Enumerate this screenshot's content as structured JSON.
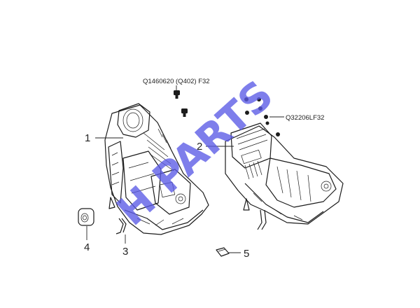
{
  "callouts": {
    "c1": "1",
    "c2": "2",
    "c3": "3",
    "c4": "4",
    "c5": "5"
  },
  "part_codes": {
    "screw_top": "Q1460620 (Q402) F32",
    "nut_right": "Q32206LF32"
  },
  "watermark": {
    "text": "H PARTS",
    "color": "#5a5ae6"
  }
}
